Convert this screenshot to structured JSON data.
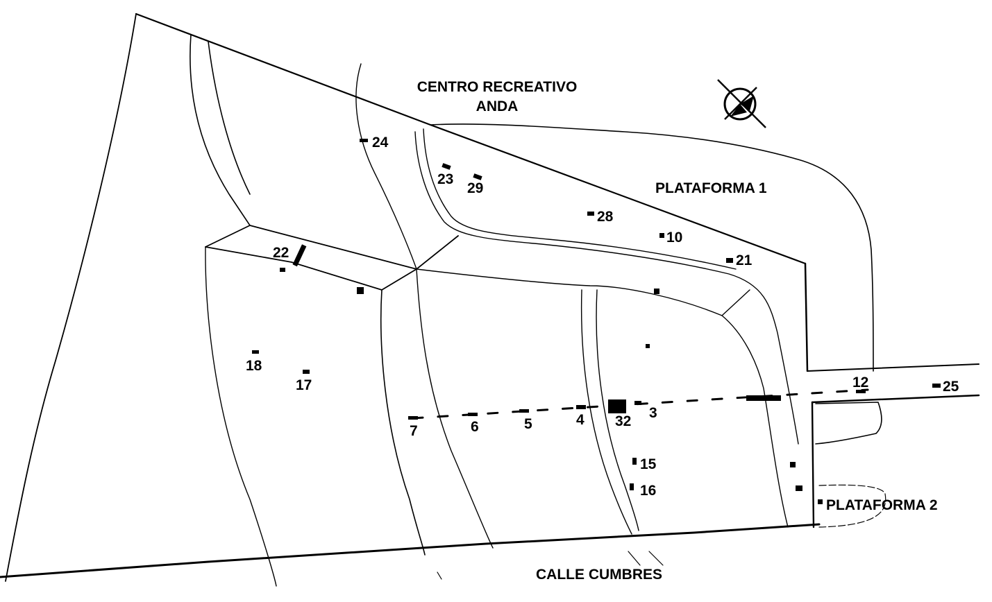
{
  "places": {
    "centro_line1": "CENTRO RECREATIVO",
    "centro_line2": "ANDA",
    "plataforma1": "PLATAFORMA 1",
    "plataforma2": "PLATAFORMA 2",
    "calle": "CALLE CUMBRES"
  },
  "markers": {
    "m24": "24",
    "m23": "23",
    "m29": "29",
    "m28": "28",
    "m10": "10",
    "m21": "21",
    "m22": "22",
    "m18": "18",
    "m17": "17",
    "m12": "12",
    "m25": "25",
    "m7": "7",
    "m6": "6",
    "m5": "5",
    "m4": "4",
    "m32": "32",
    "m3": "3",
    "m15": "15",
    "m16": "16"
  },
  "north_arrow": {
    "icon": "north-arrow-icon"
  },
  "colors": {
    "ink": "#000000",
    "paper": "#ffffff"
  }
}
